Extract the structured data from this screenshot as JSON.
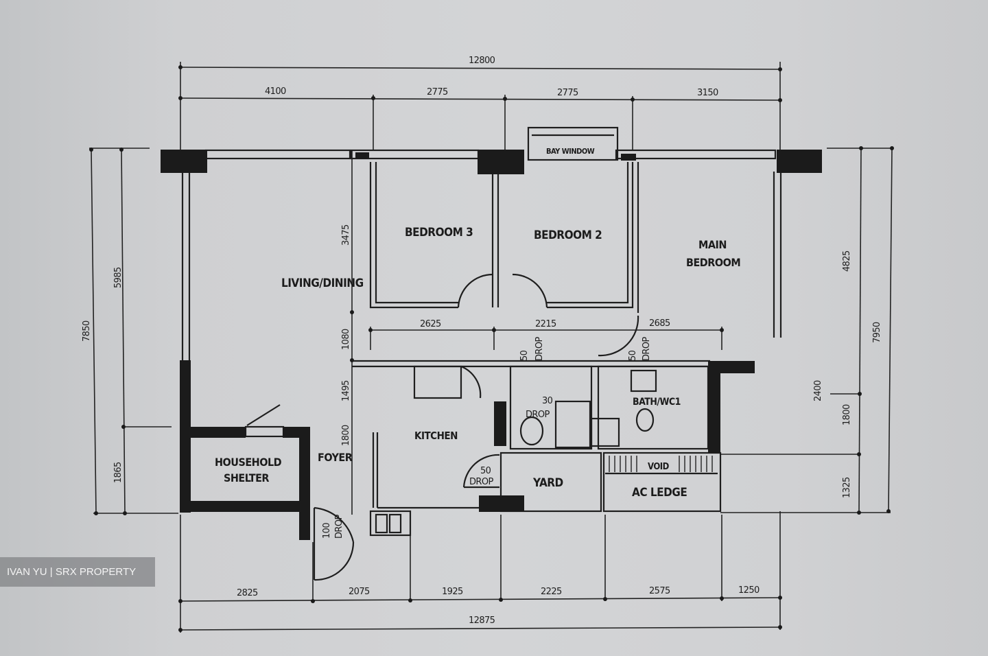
{
  "plan": {
    "rooms": {
      "living_dining": "LIVING/DINING",
      "bedroom_3": "BEDROOM 3",
      "bedroom_2": "BEDROOM 2",
      "main_bedroom_line1": "MAIN",
      "main_bedroom_line2": "BEDROOM",
      "bay_window": "BAY WINDOW",
      "kitchen": "KITCHEN",
      "foyer": "FOYER",
      "household_shelter_line1": "HOUSEHOLD",
      "household_shelter_line2": "SHELTER",
      "yard": "YARD",
      "ac_ledge": "AC LEDGE",
      "bath_wc1": "BATH/WC1",
      "void": "VOID"
    },
    "drops": {
      "bath2_drop_value": "30",
      "bath2_drop_label": "DROP",
      "yard_drop_value": "50",
      "yard_drop_label": "DROP",
      "entrance_drop_value": "100",
      "entrance_drop_label": "DROP",
      "top_drop1_value": "50",
      "top_drop1_label": "DROP",
      "top_drop2_value": "50",
      "top_drop2_label": "DROP"
    },
    "dimensions": {
      "top_total": "12800",
      "top_segments": [
        "4100",
        "2775",
        "2775",
        "3150"
      ],
      "bottom_total": "12875",
      "bottom_segments": [
        "2825",
        "2075",
        "1925",
        "2225",
        "2575",
        "1250"
      ],
      "left_total": "7850",
      "left_segments": [
        "5985",
        "1865"
      ],
      "right_total": "7950",
      "right_segments": [
        "4825",
        "1800",
        "1325"
      ],
      "right_small": "2400",
      "inner_horizontal": [
        "2625",
        "2215",
        "2685"
      ],
      "inner_vertical": [
        "3475",
        "1080",
        "1495",
        "1800"
      ]
    }
  },
  "watermark": {
    "text": "IVAN YU | SRX PROPERTY"
  }
}
